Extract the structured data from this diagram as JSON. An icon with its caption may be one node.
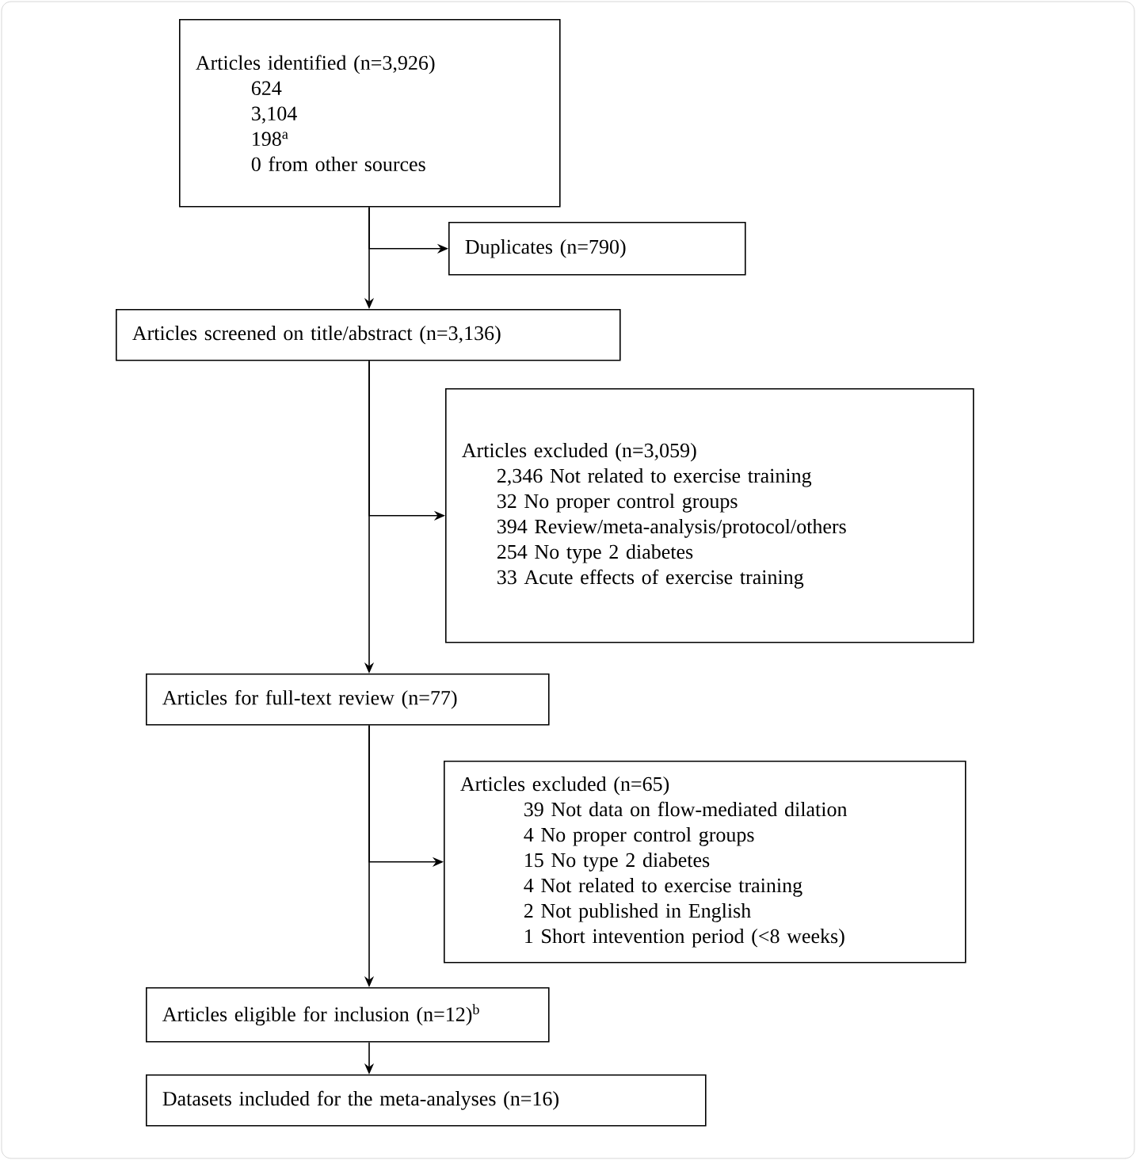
{
  "diagram": {
    "nodes": [
      {
        "text": [
          "Articles identified (n=3,926)",
          "624",
          "3,104",
          "198$^{a}$",
          "0 from other sources"
        ]
      },
      {
        "text": [
          "Duplicates (n=790)"
        ]
      },
      {
        "text": [
          "Articles screened on title/abstract (n=3,136)"
        ]
      },
      {
        "text": [
          "Articles excluded (n=3,059)",
          "2,346 Not related to exercise training",
          "32 No proper control groups",
          "394 Review/meta-analysis/protocol/others",
          "254 No type 2 diabetes",
          "33 Acute effects of exercise training"
        ]
      },
      {
        "text": [
          "Articles for full-text review (n=77)"
        ]
      },
      {
        "text": [
          "Articles excluded (n=65)",
          "39 Not data on flow-mediated dilation",
          "4 No proper control groups",
          "15 No type 2 diabetes",
          "4 Not related to exercise training",
          "2 Not published in English",
          "1 Short intevention period (<8 weeks)"
        ]
      },
      {
        "text": [
          "Articles eligible for inclusion (n=12)$^{b}$"
        ]
      },
      {
        "text": [
          "Datasets included for the meta-analyses (n=16)"
        ]
      }
    ],
    "edges": [
      {
        "from": 0,
        "to": 1,
        "arrow": "to"
      },
      {
        "from": 0,
        "to": 2,
        "arrow": "to"
      },
      {
        "from": 2,
        "to": 3,
        "arrow": "to"
      },
      {
        "from": 2,
        "to": 4,
        "arrow": "to"
      },
      {
        "from": 4,
        "to": 5,
        "arrow": "to"
      },
      {
        "from": 4,
        "to": 6,
        "arrow": "to"
      },
      {
        "from": 6,
        "to": 7,
        "arrow": "to"
      }
    ]
  }
}
